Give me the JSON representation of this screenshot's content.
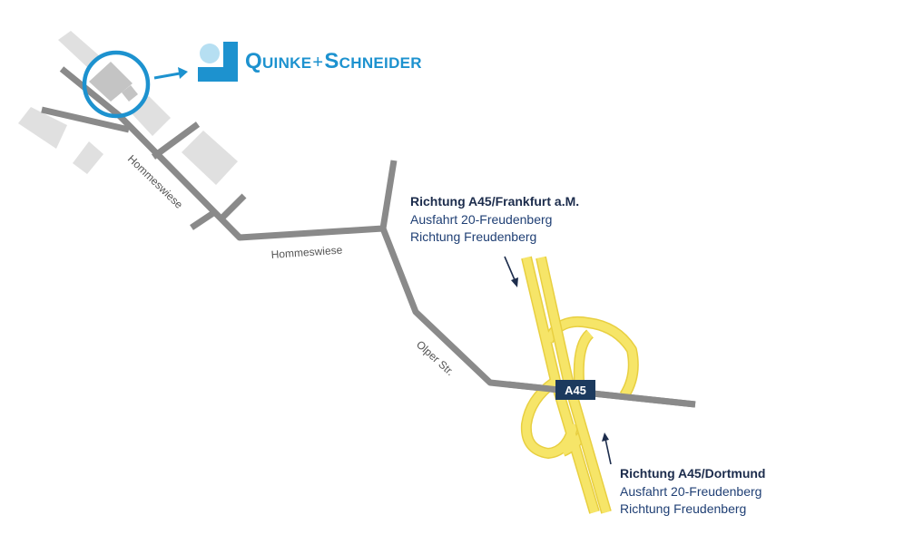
{
  "company": {
    "logo_text": "QUINKE+SCHNEIDER",
    "brand_color": "#1d92cf"
  },
  "streets": {
    "hommeswiese_diagonal": "Hommeswiese",
    "hommeswiese_horizontal": "Hommeswiese",
    "olper": "Olper Str."
  },
  "highway": {
    "shield": "A45",
    "shield_color": "#1c3a5e",
    "road_color": "#f6e568"
  },
  "directions": [
    {
      "title": "Richtung A45/Frankfurt a.M.",
      "line1": "Ausfahrt 20-Freudenberg",
      "line2": "Richtung Freudenberg"
    },
    {
      "title": "Richtung A45/Dortmund",
      "line1": "Ausfahrt 20-Freudenberg",
      "line2": "Richtung Freudenberg"
    }
  ],
  "colors": {
    "road": "#8a8a8a",
    "building": "#e0e0e0",
    "building_dark": "#c4c4c4"
  }
}
